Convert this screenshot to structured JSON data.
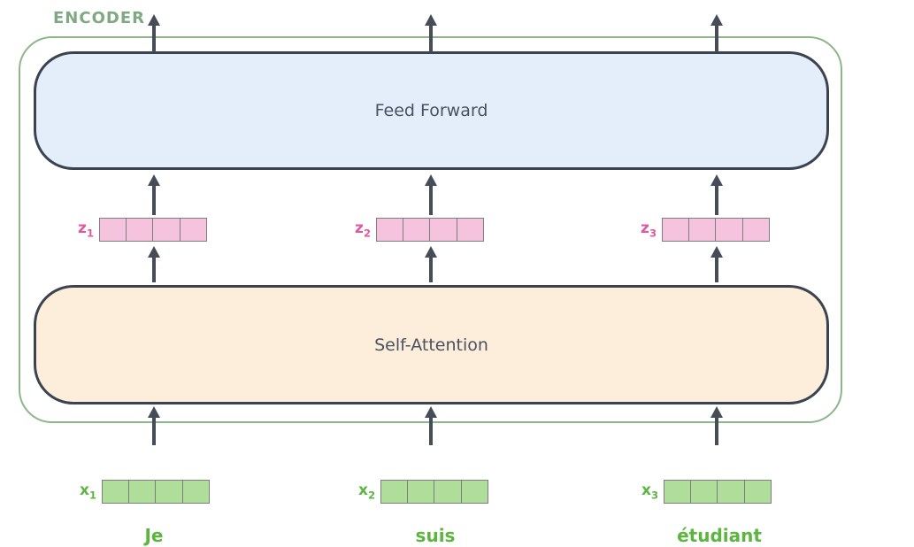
{
  "encoder": {
    "label": "ENCODER"
  },
  "layers": {
    "feed_forward": {
      "label": "Feed Forward"
    },
    "self_attention": {
      "label": "Self-Attention"
    }
  },
  "vectors": {
    "z": [
      {
        "base": "z",
        "sub": "1"
      },
      {
        "base": "z",
        "sub": "2"
      },
      {
        "base": "z",
        "sub": "3"
      }
    ],
    "x": [
      {
        "base": "x",
        "sub": "1"
      },
      {
        "base": "x",
        "sub": "2"
      },
      {
        "base": "x",
        "sub": "3"
      }
    ]
  },
  "words": [
    {
      "text": "Je"
    },
    {
      "text": "suis"
    },
    {
      "text": "étudiant"
    }
  ],
  "colors": {
    "encoder_label_green": "#7FA982",
    "encoder_border_green": "#8DB58C",
    "feed_forward_fill": "#E4EEFB",
    "self_attention_fill": "#FCEEDB",
    "layer_box_border": "#3C4350",
    "layer_text": "#4A5261",
    "z_cell_fill": "#F6C3DF",
    "z_label_pink": "#E2579E",
    "x_cell_fill": "#AFDE9B",
    "x_label_green": "#5BB53F",
    "word_green": "#5BB53F",
    "arrow_dark": "#474D57",
    "cell_border_gray": "#7E7E7E"
  }
}
